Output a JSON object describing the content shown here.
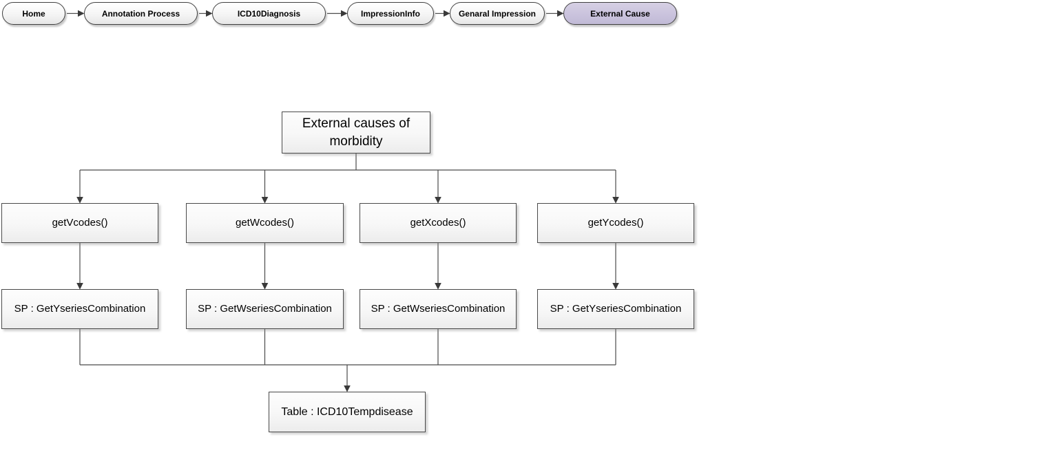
{
  "colors": {
    "accent_pill_fill": "#c9c3dd",
    "pill_fill": "#f2f2f2",
    "node_fill": "#f5f5f5",
    "border": "#3f3f3f",
    "connector_line": "#4a4a4a"
  },
  "breadcrumb": {
    "items": [
      {
        "label": "Home",
        "active": false
      },
      {
        "label": "Annotation Process",
        "active": false
      },
      {
        "label": "ICD10Diagnosis",
        "active": false
      },
      {
        "label": "ImpressionInfo",
        "active": false
      },
      {
        "label": "Genaral Impression",
        "active": false
      },
      {
        "label": "External Cause",
        "active": true
      }
    ]
  },
  "flowchart": {
    "root": {
      "label": "External causes of morbidity"
    },
    "code_nodes": [
      {
        "label": "getVcodes()"
      },
      {
        "label": "getWcodes()"
      },
      {
        "label": "getXcodes()"
      },
      {
        "label": "getYcodes()"
      }
    ],
    "sp_nodes": [
      {
        "label": "SP : GetYseriesCombination"
      },
      {
        "label": "SP : GetWseriesCombination"
      },
      {
        "label": "SP : GetWseriesCombination"
      },
      {
        "label": "SP : GetYseriesCombination"
      }
    ],
    "table_node": {
      "label": "Table : ICD10Tempdisease"
    }
  }
}
